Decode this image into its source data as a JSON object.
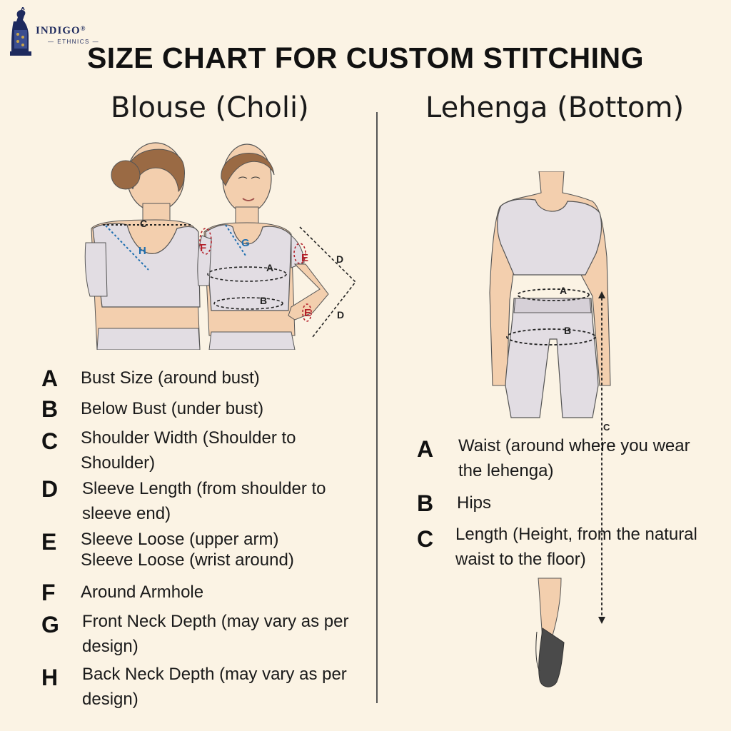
{
  "brand": {
    "name": "INDIGO",
    "registered": "®",
    "tagline": "ETHNICS"
  },
  "title": "SIZE CHART FOR CUSTOM STITCHING",
  "blouse": {
    "heading": "Blouse (Choli)",
    "diagram_labels": [
      "C",
      "H",
      "F",
      "G",
      "A",
      "B",
      "E",
      "D",
      "D",
      "E"
    ],
    "items": [
      {
        "letter": "A",
        "text": "Bust Size (around bust)"
      },
      {
        "letter": "B",
        "text": "Below Bust (under bust)"
      },
      {
        "letter": "C",
        "text": "Shoulder Width (Shoulder to Shoulder)"
      },
      {
        "letter": "D",
        "text": "Sleeve Length (from shoulder to sleeve end)"
      },
      {
        "letter": "E",
        "text": "Sleeve Loose (upper arm)\nSleeve Loose (wrist around)"
      },
      {
        "letter": "F",
        "text": "Around Armhole"
      },
      {
        "letter": "G",
        "text": "Front Neck Depth (may vary as per design)"
      },
      {
        "letter": "H",
        "text": "Back Neck Depth (may vary as per design)"
      }
    ]
  },
  "lehenga": {
    "heading": "Lehenga (Bottom)",
    "diagram_labels": [
      "A",
      "B",
      "C"
    ],
    "items": [
      {
        "letter": "A",
        "text": "Waist (around where you wear the lehenga)"
      },
      {
        "letter": "B",
        "text": "Hips"
      },
      {
        "letter": "C",
        "text": "Length (Height, from the natural waist to the floor)"
      }
    ]
  },
  "colors": {
    "background": "#fbf3e4",
    "garment": "#e2dde3",
    "skin": "#f3cfae",
    "hair": "#9a6a44",
    "label_red": "#b3202a",
    "label_blue": "#1f6fb0",
    "brand_navy": "#1e2a5e"
  }
}
